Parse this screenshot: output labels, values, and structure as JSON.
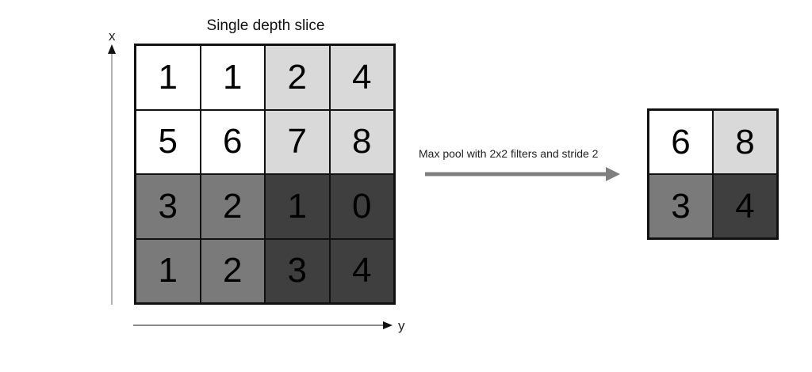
{
  "title": "Single depth slice",
  "axes": {
    "x_label": "x",
    "y_label": "y"
  },
  "operation_label": "Max pool with 2x2 filters and stride 2",
  "colors": {
    "quadrant_top_left": "#ffffff",
    "quadrant_top_right": "#d9d9d9",
    "quadrant_bottom_left": "#7a7a7a",
    "quadrant_bottom_right": "#3f3f3f",
    "arrow": "#7f7f7f",
    "grid_border": "#111111"
  },
  "input_matrix": [
    [
      1,
      1,
      2,
      4
    ],
    [
      5,
      6,
      7,
      8
    ],
    [
      3,
      2,
      1,
      0
    ],
    [
      1,
      2,
      3,
      4
    ]
  ],
  "output_matrix": [
    [
      6,
      8
    ],
    [
      3,
      4
    ]
  ]
}
